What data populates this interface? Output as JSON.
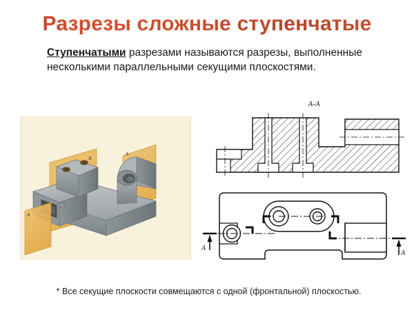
{
  "slide": {
    "title": "Разрезы сложные ступенчатые",
    "title_color": "#c0392b",
    "background_color": "#ffffff"
  },
  "body": {
    "keyword": "Ступенчатыми",
    "text_rest": " разрезами называются разрезы, выполненные несколькими параллельными секущими плоскостями."
  },
  "footnote": {
    "text": "* Все секущие плоскости совмещаются с одной (фронтальной) плоскостью."
  },
  "pictorial": {
    "background_color": "#f8f1dc",
    "plane_color": "#e8b356",
    "metal_color": "#9aa0a3",
    "plane_labels": [
      "A",
      "A",
      "A"
    ]
  },
  "section_view": {
    "label": "A-A"
  },
  "plan_view": {
    "cut_label_left": "A",
    "cut_label_right": "A"
  }
}
